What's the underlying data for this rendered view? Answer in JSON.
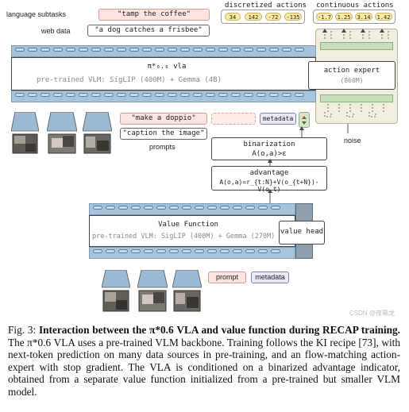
{
  "top": {
    "language_subtasks_label": "language subtasks",
    "language_subtasks_value": "\"tamp the coffee\"",
    "web_data_label": "web data",
    "web_data_value": "\"a dog catches a frisbee\"",
    "discretized_actions_label": "discretized actions",
    "discretized_values": [
      "34",
      "142",
      "-72",
      "-135"
    ],
    "continuous_actions_label": "continuous actions",
    "continuous_values": [
      "-1.7",
      "1.25",
      "3.14",
      "1.42"
    ]
  },
  "vla": {
    "title": "π*₀.₆ vla",
    "subtitle": "pre-trained VLM: SigLIP (400M) + Gemma (4B)",
    "action_expert_title": "action expert",
    "action_expert_sub": "(860M)",
    "noise_label": "noise"
  },
  "prompts": {
    "make_doppio": "\"make a doppio\"",
    "caption_image": "\"caption the image\"",
    "prompts_label": "prompts",
    "metadata": "metadata"
  },
  "binarization": {
    "title": "binarization",
    "formula": "A(o,a)>ε"
  },
  "advantage": {
    "title": "advantage",
    "formula": "A(o,a)=r_{t:N}+V(o_{t+N})-V(o_t)"
  },
  "value_fn": {
    "title": "Value Function",
    "subtitle": "pre-trained VLM: SigLIP (400M) + Gemma (270M)",
    "value_head": "value head",
    "prompt": "prompt",
    "metadata": "metadata"
  },
  "watermark": "CSDN @夜幕龙",
  "caption": {
    "fig_label": "Fig. 3: ",
    "bold_part": "Interaction between the π*0.6 VLA and value function during RECAP training.",
    "body": "The π*0.6 VLA uses a pre-trained VLM backbone. Training follows the KI recipe [73], with next-token prediction on many data sources in pre-training, and an flow-matching action-expert with stop gradient. The VLA is conditioned on a binarized advantage indicator, obtained from a separate value function initialized from a pre-trained but smaller VLM model."
  }
}
